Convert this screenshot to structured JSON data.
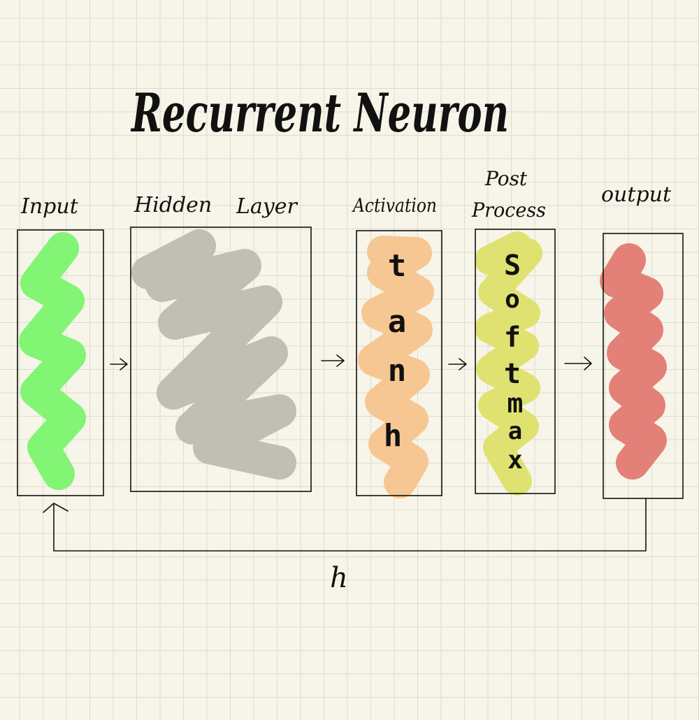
{
  "title": "Recurrent Neuron",
  "stages": {
    "input": {
      "label": "Input",
      "color": "#7bf46e"
    },
    "hidden": {
      "label_1": "Hidden",
      "label_2": "Layer",
      "color": "#bdbcb0"
    },
    "activation": {
      "label": "Activation",
      "letters": [
        "t",
        "a",
        "n",
        "h"
      ],
      "color": "#f5c48e"
    },
    "post_process": {
      "label_1": "Post",
      "label_2": "Process",
      "letters": [
        "S",
        "o",
        "f",
        "t",
        "m",
        "a",
        "x"
      ],
      "color": "#dde069"
    },
    "output": {
      "label": "output",
      "color": "#e27a72"
    }
  },
  "feedback": {
    "label": "h"
  }
}
